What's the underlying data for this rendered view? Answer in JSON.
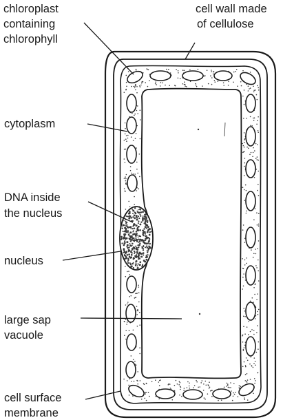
{
  "diagram": {
    "labels": {
      "chloroplast": [
        "chloroplast",
        "containing",
        "chlorophyll"
      ],
      "cell_wall": [
        "cell wall made",
        "of cellulose"
      ],
      "cytoplasm": [
        "cytoplasm"
      ],
      "dna": [
        "DNA inside",
        "the nucleus"
      ],
      "nucleus": [
        "nucleus"
      ],
      "vacuole": [
        "large sap",
        "vacuole"
      ],
      "membrane": [
        "cell surface",
        "membrane"
      ]
    }
  }
}
